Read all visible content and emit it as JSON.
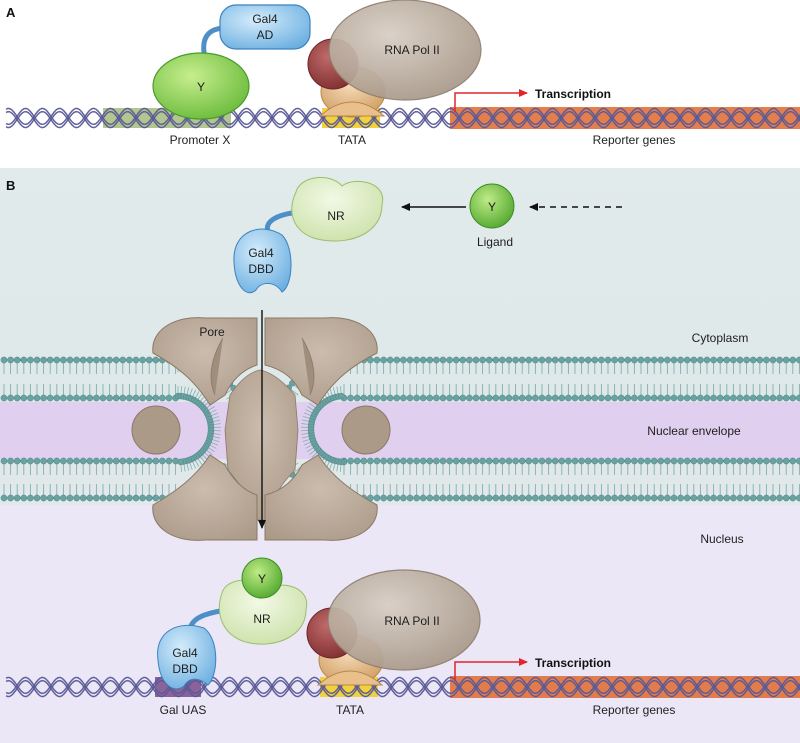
{
  "panel_a": {
    "letter": "A",
    "activation_domain": [
      "Gal4",
      "AD"
    ],
    "protein_y": "Y",
    "polymerase": "RNA Pol II",
    "transcription": "Transcription",
    "promoter": "Promoter X",
    "tata": "TATA",
    "reporter": "Reporter genes"
  },
  "panel_b": {
    "letter": "B",
    "nuclear_receptor": "NR",
    "binding_domain": [
      "Gal4",
      "DBD"
    ],
    "ligand_symbol": "Y",
    "ligand": "Ligand",
    "pore": "Pore",
    "cytoplasm": "Cytoplasm",
    "nuclear_envelope": "Nuclear envelope",
    "nucleus": "Nucleus",
    "bound_ligand": "Y",
    "nuclear_receptor_2": "NR",
    "polymerase": "RNA Pol II",
    "binding_domain_2": [
      "Gal4",
      "DBD"
    ],
    "transcription": "Transcription",
    "uas": "Gal UAS",
    "tata": "TATA",
    "reporter": "Reporter genes"
  },
  "colors": {
    "dna_strand": "#5a5a96",
    "reporter_dna": "#e2703a",
    "promoter_highlight": "#9ab36a",
    "tata_highlight": "#f2d23c",
    "uas_highlight": "#7b4a8a",
    "green_protein": "#8ccd5a",
    "blue_protein": "#8ec6ea",
    "nr_protein": "#d4e8b4",
    "polymerase": "#b9ab9c",
    "maroon_factor": "#8f3a3c",
    "tbp_tan": "#dcb07e",
    "arrow_red": "#e0262b",
    "membrane": "#7fb0b0",
    "pore_brown": "#ab9a88",
    "cytoplasm_bg": "#e4eded",
    "envelope_bg": "#e0cfef",
    "nucleus_bg": "#ece7f6"
  }
}
